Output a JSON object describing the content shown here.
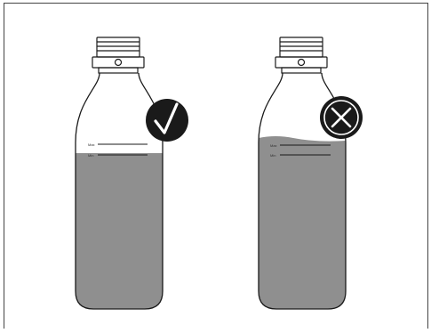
{
  "figure": {
    "bottles": [
      {
        "name": "correct-fill",
        "status": "correct",
        "mark_icon": "checkmark-icon",
        "fill_level": "between-min-and-max",
        "max_label": "Max",
        "min_label": "Min"
      },
      {
        "name": "overfilled",
        "status": "incorrect",
        "mark_icon": "cross-icon",
        "fill_level": "above-max",
        "max_label": "Max",
        "min_label": "Min"
      }
    ]
  },
  "colors": {
    "liquid": "#8f8f8f",
    "outline": "#1a1a1a",
    "badge": "#1a1a1a",
    "badge_symbol": "#ffffff",
    "frame_border": "#444444",
    "background": "#ffffff"
  }
}
